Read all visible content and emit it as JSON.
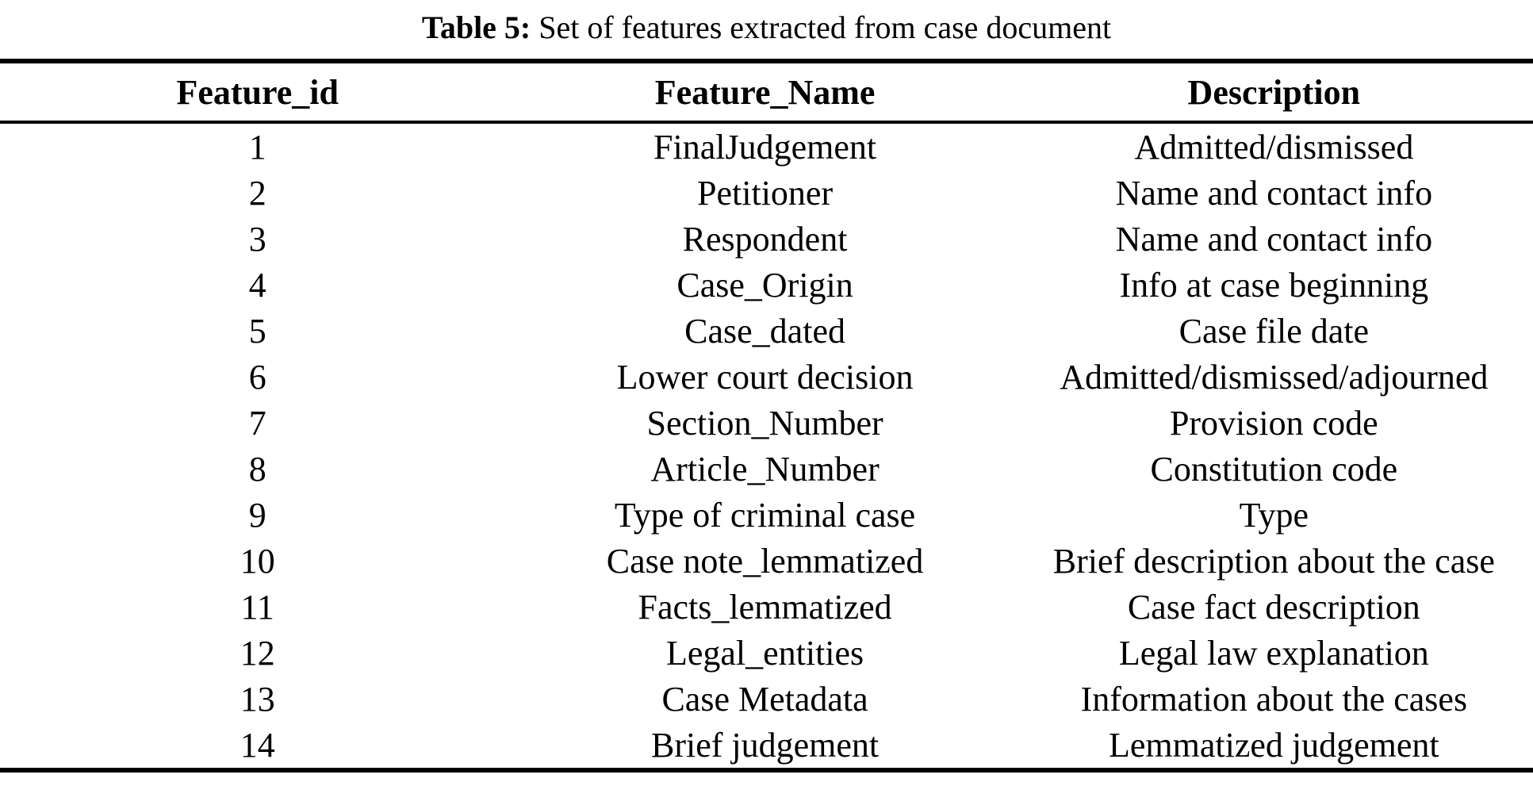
{
  "caption": {
    "label": "Table 5:",
    "text": " Set of features extracted from case document"
  },
  "table": {
    "columns": [
      "Feature_id",
      "Feature_Name",
      "Description"
    ],
    "rows": [
      {
        "id": "1",
        "name": "FinalJudgement",
        "description": "Admitted/dismissed"
      },
      {
        "id": "2",
        "name": "Petitioner",
        "description": "Name and contact info"
      },
      {
        "id": "3",
        "name": "Respondent",
        "description": "Name and contact info"
      },
      {
        "id": "4",
        "name": "Case_Origin",
        "description": "Info at case beginning"
      },
      {
        "id": "5",
        "name": "Case_dated",
        "description": "Case file date"
      },
      {
        "id": "6",
        "name": "Lower court decision",
        "description": "Admitted/dismissed/adjourned"
      },
      {
        "id": "7",
        "name": "Section_Number",
        "description": "Provision code"
      },
      {
        "id": "8",
        "name": "Article_Number",
        "description": "Constitution code"
      },
      {
        "id": "9",
        "name": "Type of criminal case",
        "description": "Type"
      },
      {
        "id": "10",
        "name": "Case note_lemmatized",
        "description": "Brief description about the case"
      },
      {
        "id": "11",
        "name": "Facts_lemmatized",
        "description": "Case fact description"
      },
      {
        "id": "12",
        "name": "Legal_entities",
        "description": "Legal law explanation"
      },
      {
        "id": "13",
        "name": "Case Metadata",
        "description": "Information about the cases"
      },
      {
        "id": "14",
        "name": "Brief judgement",
        "description": "Lemmatized judgement"
      }
    ]
  }
}
